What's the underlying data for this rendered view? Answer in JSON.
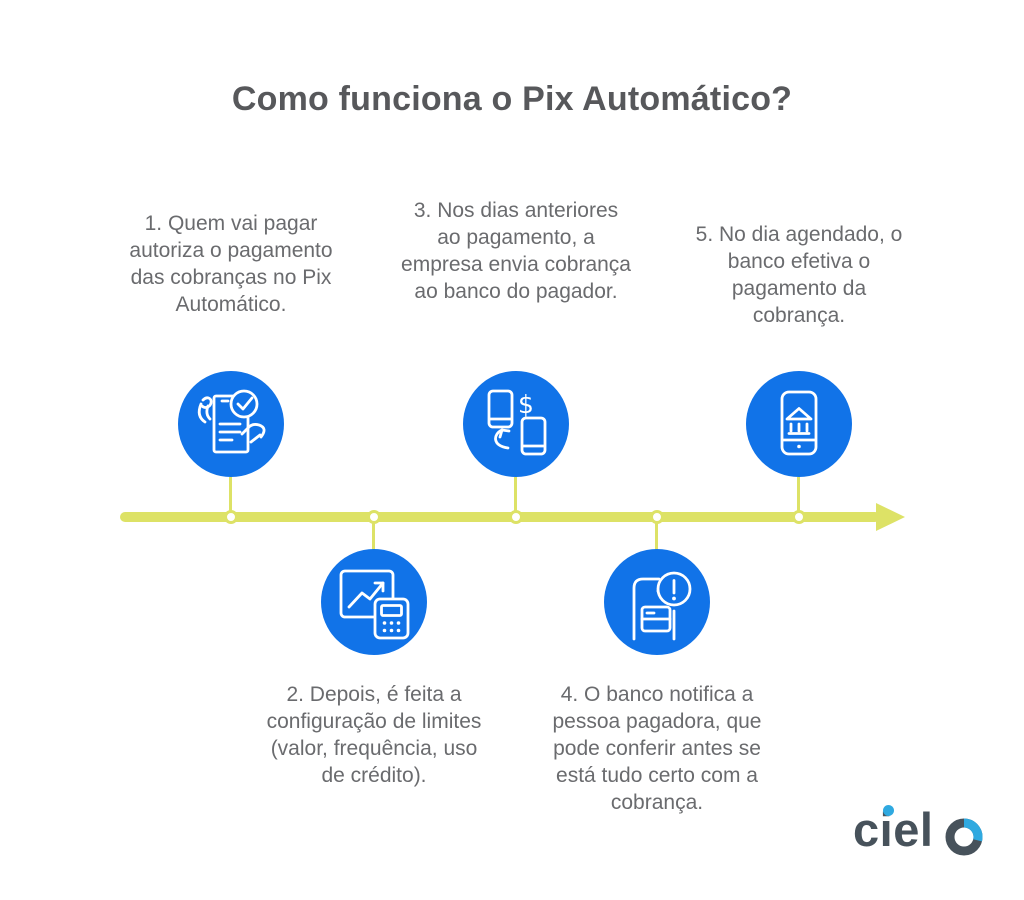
{
  "title": "Como funciona o Pix Automático?",
  "steps": [
    {
      "number": 1,
      "position": "above-line",
      "icon": "contract-signed-check-icon",
      "label": "1. Quem vai pagar autoriza o pagamento das cobranças no Pix Automático."
    },
    {
      "number": 2,
      "position": "below-line",
      "icon": "chart-calculator-icon",
      "label": "2. Depois, é feita a configuração de limites (valor, frequência, uso de crédito)."
    },
    {
      "number": 3,
      "position": "above-line",
      "icon": "phones-money-transfer-icon",
      "label": "3. Nos dias anteriores ao pagamento, a empresa envia cobrança ao banco do pagador."
    },
    {
      "number": 4,
      "position": "below-line",
      "icon": "phone-notification-alert-icon",
      "label": "4. O banco notifica a pessoa pagadora, que pode conferir antes se está tudo certo com a cobrança."
    },
    {
      "number": 5,
      "position": "above-line",
      "icon": "phone-bank-icon",
      "label": "5. No dia agendado, o banco efetiva o pagamento da cobrança."
    }
  ],
  "timeline": {
    "direction": "left-to-right",
    "node_count": 5
  },
  "logo": {
    "text": "cielo",
    "prefix": "ciel"
  },
  "colors": {
    "icon_circle_blue": "#1173e8",
    "timeline_yellow": "#dde266",
    "title_text": "#57585b",
    "body_text": "#6a6b6e",
    "logo_dark": "#47525b",
    "logo_accent_blue": "#2fa9e0",
    "background": "#ffffff"
  }
}
